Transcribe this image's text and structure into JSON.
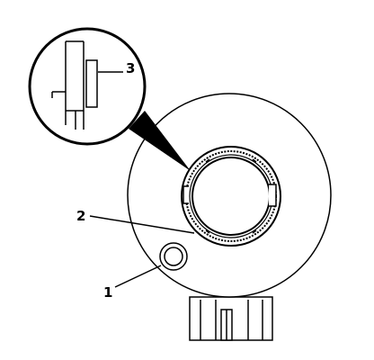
{
  "diagram": {
    "callouts": [
      {
        "number": "1"
      },
      {
        "number": "2"
      },
      {
        "number": "3"
      }
    ],
    "colors": {
      "line": "#000000",
      "background": "#ffffff"
    }
  }
}
